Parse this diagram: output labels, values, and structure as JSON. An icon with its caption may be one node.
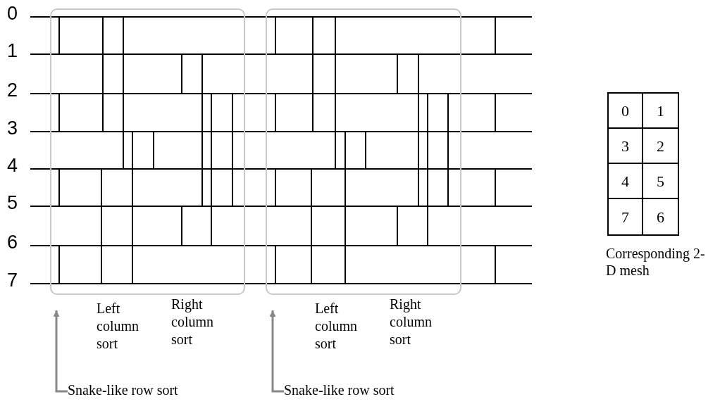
{
  "diagram": {
    "nodes": [
      {
        "text": [],
        "shape": "box"
      },
      {
        "text": [],
        "shape": "box"
      },
      {
        "text": [
          "Snake-like row sort"
        ]
      },
      {
        "text": [
          "Snake-like row sort"
        ]
      }
    ],
    "edges": [
      {
        "from": 2,
        "to": 0,
        "arrow": "to",
        "color": "#888888"
      },
      {
        "from": 3,
        "to": 1,
        "arrow": "to",
        "color": "#888888"
      }
    ],
    "labels": [
      "0",
      "1",
      "2",
      "3",
      "4",
      "5",
      "6",
      "7",
      "Left column sort",
      "Right column sort",
      "Left column sort",
      "Right column sort",
      "0",
      "1",
      "3",
      "2",
      "4",
      "5",
      "7",
      "6",
      "Corresponding 2-D mesh"
    ]
  }
}
